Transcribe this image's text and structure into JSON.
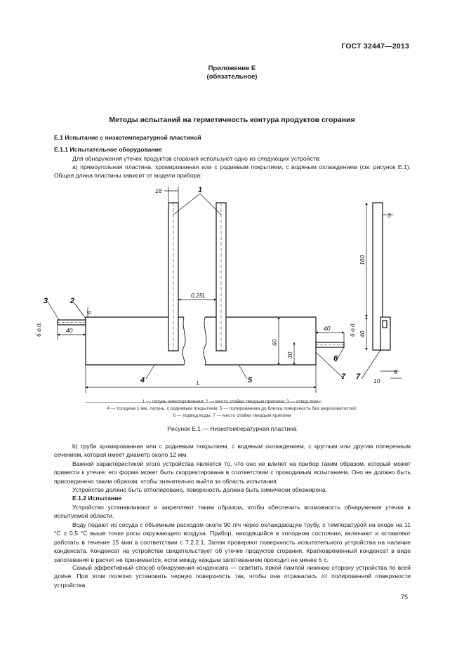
{
  "header": {
    "standard": "ГОСТ 32447—2013"
  },
  "appendix": {
    "title": "Приложение Е",
    "subtitle": "(обязательное)"
  },
  "section_title": "Методы испытаний на герметичность контура продуктов сгорания",
  "e1": {
    "heading": "Е.1 Испытание с низкотемпературной пластиной",
    "e11_heading": "Е.1.1 Испытательное оборудование",
    "intro": "Для обнаружения утечек продуктов сгорания используют одно из следующих устройств:",
    "item_a": "а) прямоугольная пластина, хромированная или с родиевым покрытием, с водяным охлаждением (см. рисунок Е.1). Общая длина пластины зависит от модели прибора;"
  },
  "figure": {
    "labels": {
      "n1": "1",
      "n2": "2",
      "n3": "3",
      "n4": "4",
      "n5": "5",
      "n6": "6",
      "n7": "7",
      "d16": "16",
      "d025l": "0,25L",
      "d6": "6",
      "d6od": "6 о.д.",
      "d40a": "40",
      "d60": "60",
      "d30": "30",
      "dL": "L",
      "d40b": "40",
      "d6od2": "6 о.д.",
      "d160": "160",
      "d3": "3",
      "d40c": "40",
      "d5": "5",
      "d10": "10"
    },
    "legend_line1": "1 — латунь никелированная; 2 — место спайки твердым припоем; 3 — отвод воды;",
    "legend_line2": "4 — толщина 1 мм, латунь, с родиевым покрытием; 5 — полированная до блеска поверхность без шероховатостей;",
    "legend_line3": "6 — подвод воды; 7 — место спайки твердым припоем",
    "caption": "Рисунок Е.1 — Низкотемпературная пластина"
  },
  "after": {
    "item_b": "b) труба хромированная или с родиевым покрытием, с водяным охлаждением, с круглым или другим поперечным сечением, которая имеет диаметр около 12 мм.",
    "p1": "Важной характеристикой этого устройства является то, что оно не влияет на прибор таким образом, который может привести к утечке; его форма может быть скорректирована в соответствии с проводимым испытанием. Оно не должно быть присоединено таким образом, чтобы значительно выйти за область испытания.",
    "p2": "Устройство должно быть отполировано, поверхность должна быть химически обезжирена.",
    "e12_heading": "Е.1.2 Испытание",
    "p3": "Устройство устанавливают и закрепляют таким образом, чтобы обеспечить возможность обнаружения утечки в испытуемой области.",
    "p4": "Воду подают из сосуда с объемным расходом около 90 л/ч через охлаждающую трубу, с температурой на входе на 11 °С ± 0,5 °С выше точки росы окружающего воздуха. Прибор, находящийся в холодном состоянии, включают и оставляют работать в течение 15 мин в соответствии с 7.2.2.1. Затем проверяют поверхность испытательного устройства на наличие конденсата. Конденсат на устройстве свидетельствует об утечке продуктов сгорания. Кратковременный конденсат в виде запотевания в расчет не принимается, если между каждым запотеванием проходит не менее 5 с.",
    "p5": "Самый эффективный способ обнаружения конденсата — осветить яркой лампой нижнюю сторону устройства по всей длине. При этом полезно установить черную поверхность так, чтобы она отражалась от полированной поверхности устройства."
  },
  "page_number": "75"
}
